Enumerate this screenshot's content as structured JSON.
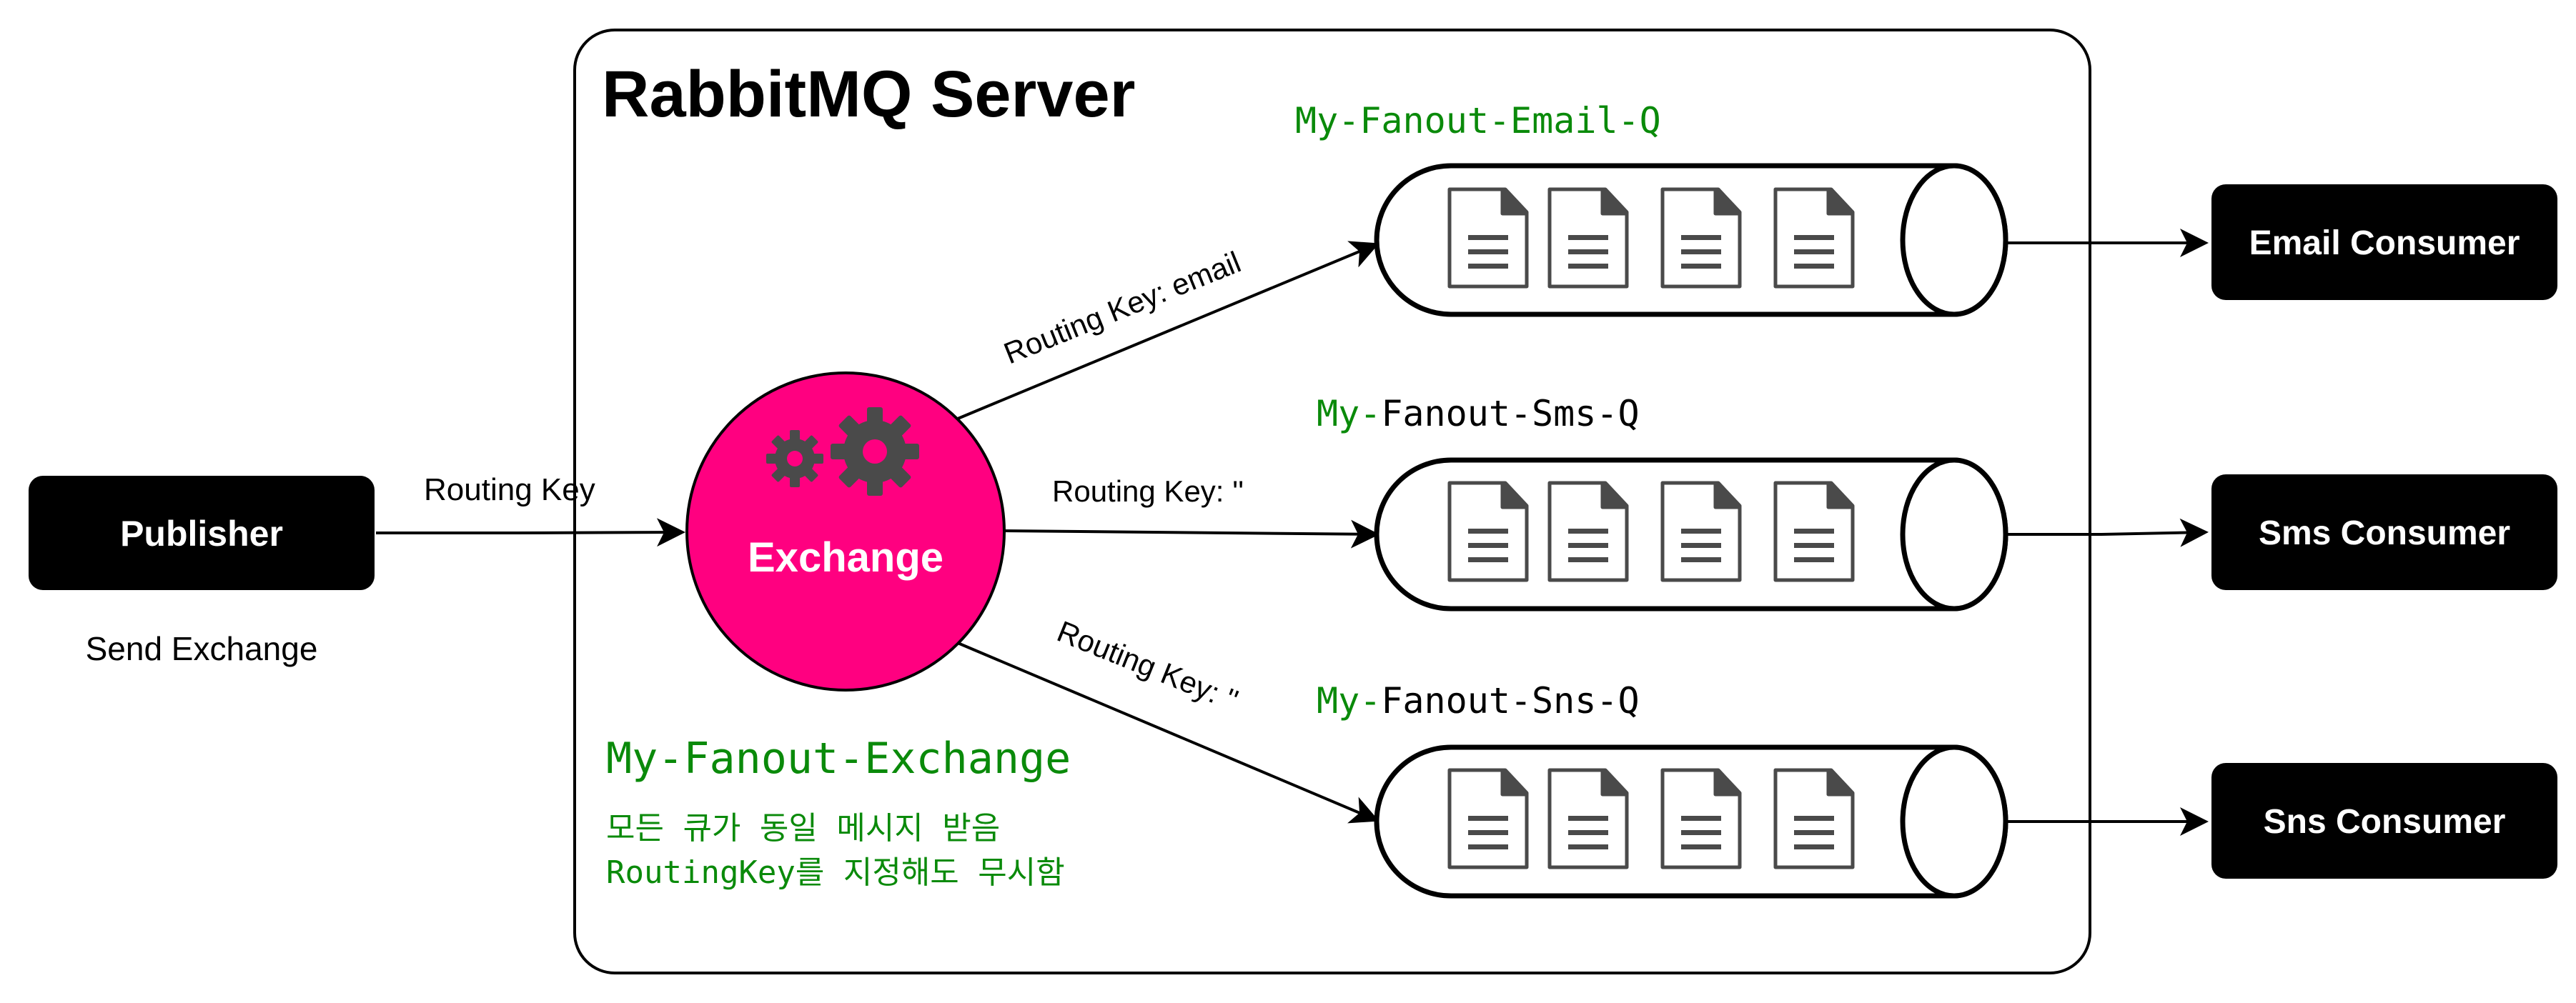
{
  "colors": {
    "exchange_fill": "#ff0080",
    "label_green": "#0a8a0a",
    "gear": "#4a4a4a",
    "doc": "#4a4a4a",
    "box_fill": "#000000",
    "box_text": "#ffffff"
  },
  "server": {
    "title": "RabbitMQ Server"
  },
  "publisher": {
    "label": "Publisher",
    "caption": "Send Exchange",
    "routing_label": "Routing Key"
  },
  "exchange": {
    "label": "Exchange",
    "name": "My-Fanout-Exchange",
    "note_line1": "모든 큐가 동일 메시지 받음",
    "note_line2": "RoutingKey를 지정해도 무시함",
    "icon": "gears-icon"
  },
  "queues": [
    {
      "prefix": "My-",
      "name_rest": "Fanout-Email-Q",
      "routing_label": "Routing Key: email",
      "consumer": "Email Consumer"
    },
    {
      "prefix": "My-",
      "name_rest": "Fanout-Sms-Q",
      "routing_label": "Routing Key: ''",
      "consumer": "Sms Consumer"
    },
    {
      "prefix": "My-",
      "name_rest": "Fanout-Sns-Q",
      "routing_label": "Routing Key: ''",
      "consumer": "Sns Consumer"
    }
  ]
}
